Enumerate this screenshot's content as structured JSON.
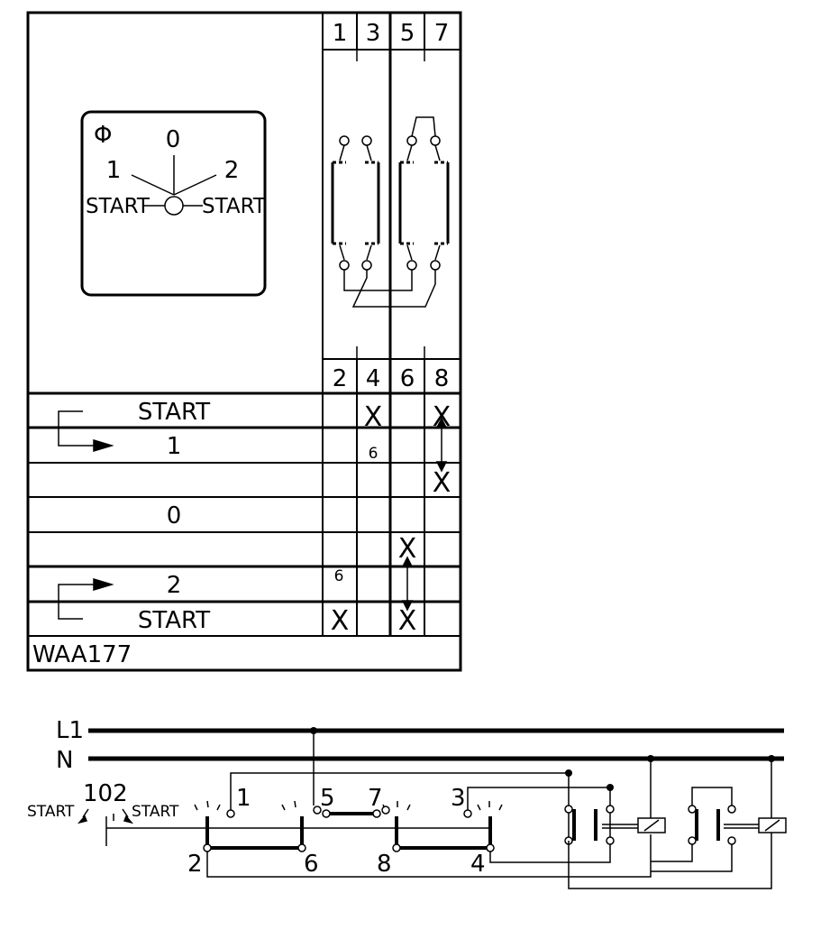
{
  "terminals_top": [
    "1",
    "3",
    "5",
    "7"
  ],
  "terminals_bottom": [
    "2",
    "4",
    "6",
    "8"
  ],
  "dial": {
    "phi": "Φ",
    "center": "0",
    "left_num": "1",
    "right_num": "2",
    "left_label": "START",
    "right_label": "START"
  },
  "positions": {
    "start1": "START",
    "pos1": "1",
    "pos0": "0",
    "pos2": "2",
    "start2": "START"
  },
  "contact_notes": {
    "upper": "6",
    "lower": "6"
  },
  "contact_marks": [
    "X",
    "X",
    "X",
    "X",
    "X",
    "X"
  ],
  "model": "WAA177",
  "schematic": {
    "line_l1": "L1",
    "line_n": "N",
    "switch_positions": "102",
    "start_left": "START",
    "start_right": "START",
    "terminal_labels": {
      "t1": "1",
      "t2": "2",
      "t3": "3",
      "t4": "4",
      "t5": "5",
      "t6": "6",
      "t7": "7",
      "t8": "8"
    }
  }
}
